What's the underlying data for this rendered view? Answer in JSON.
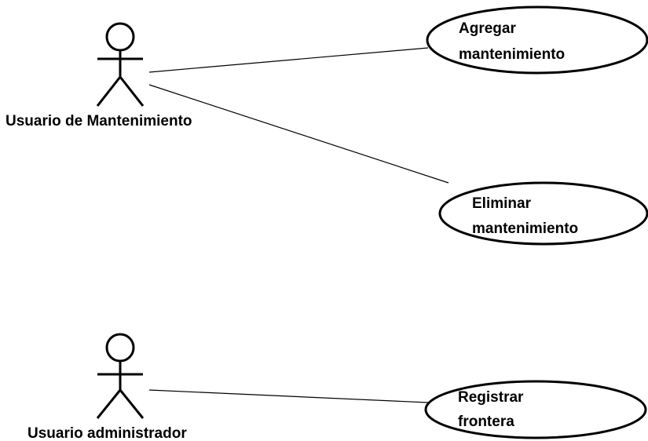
{
  "actors": [
    {
      "id": "actor-maintenance",
      "label": "Usuario de Mantenimiento"
    },
    {
      "id": "actor-admin",
      "label": "Usuario administrador"
    }
  ],
  "use_cases": [
    {
      "id": "uc-add",
      "lines": [
        "Agregar",
        "mantenimiento"
      ]
    },
    {
      "id": "uc-delete",
      "lines": [
        "Eliminar",
        "mantenimiento"
      ]
    },
    {
      "id": "uc-register",
      "lines": [
        "Registrar",
        "frontera"
      ]
    }
  ],
  "associations": [
    {
      "from": "actor-maintenance",
      "to": "uc-add"
    },
    {
      "from": "actor-maintenance",
      "to": "uc-delete"
    },
    {
      "from": "actor-admin",
      "to": "uc-register"
    }
  ]
}
